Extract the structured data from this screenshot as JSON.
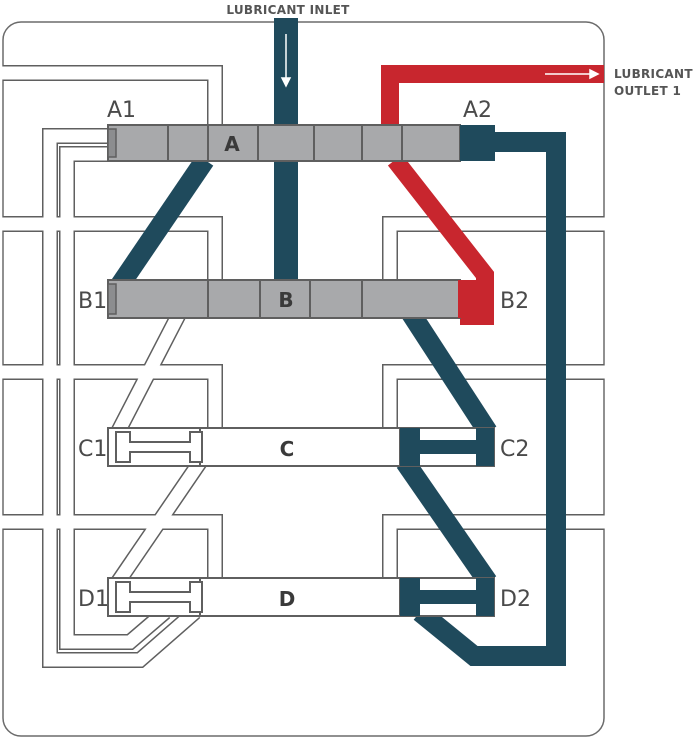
{
  "header": {
    "inlet_label": "LUBRICANT INLET"
  },
  "outlet": {
    "line1": "LUBRICANT",
    "line2": "OUTLET 1"
  },
  "valves": {
    "a": {
      "letter": "A",
      "left": "A1",
      "right": "A2"
    },
    "b": {
      "letter": "B",
      "left": "B1",
      "right": "B2"
    },
    "c": {
      "letter": "C",
      "left": "C1",
      "right": "C2"
    },
    "d": {
      "letter": "D",
      "left": "D1",
      "right": "D2"
    }
  },
  "colors": {
    "pressurized": "#1f4a5c",
    "outlet": "#c8262e",
    "valve_grey": "#a8a9ab",
    "outline": "#5f5f5f",
    "frame": "#6b6b6b"
  }
}
